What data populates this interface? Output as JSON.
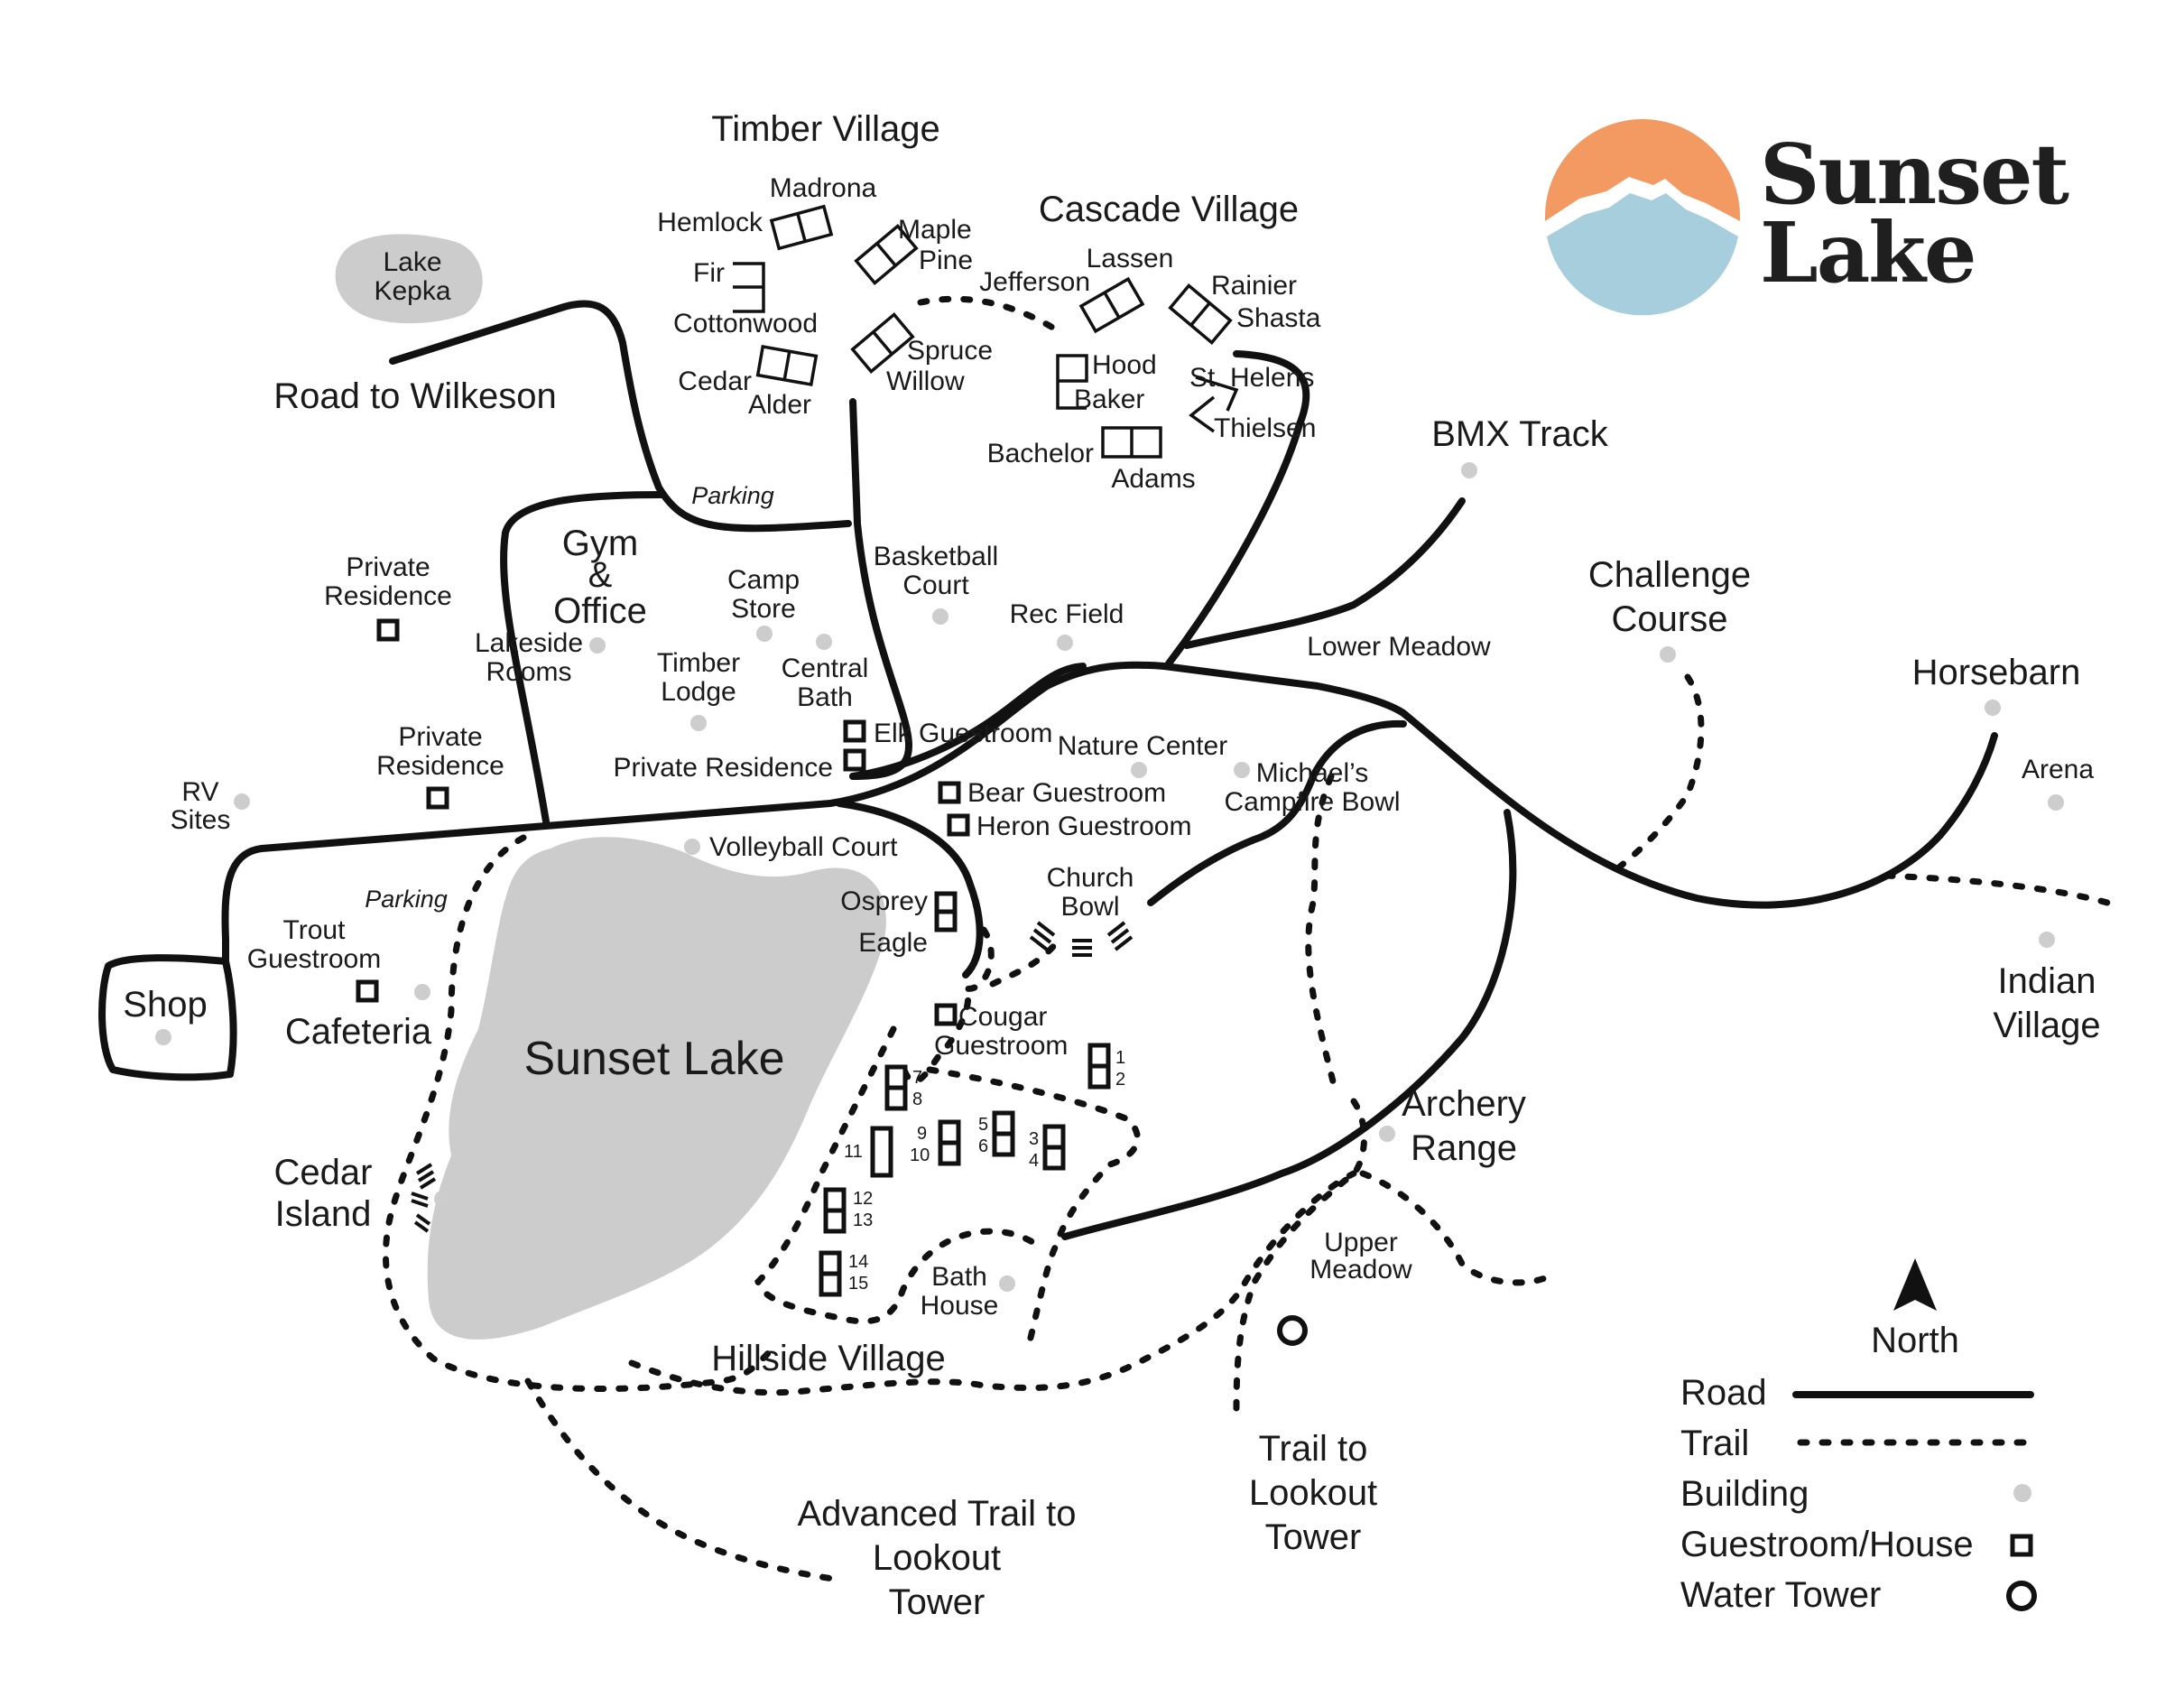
{
  "logo": {
    "line1": "Sunset",
    "line2": "Lake",
    "sun_color": "#f39a62",
    "mountain_color": "#a7cedd"
  },
  "colors": {
    "road": "#111111",
    "lake": "#cccccc",
    "building_dot": "#cdcdcd"
  },
  "areas": {
    "timber_village": "Timber Village",
    "cascade_village": "Cascade Village",
    "hillside_village": "Hillside Village",
    "sunset_lake": "Sunset Lake",
    "lake_kepka": [
      "Lake",
      "Kepka"
    ]
  },
  "roads": {
    "wilkeson": "Road to Wilkeson",
    "parking_north": "Parking",
    "parking_west": "Parking"
  },
  "trails": {
    "lookout": [
      "Trail to",
      "Lookout",
      "Tower"
    ],
    "advanced": [
      "Advanced Trail to",
      "Lookout",
      "Tower"
    ]
  },
  "cabins": {
    "madrona": "Madrona",
    "hemlock": "Hemlock",
    "maple": "Maple",
    "pine": "Pine",
    "fir": "Fir",
    "cottonwood": "Cottonwood",
    "cedar": "Cedar",
    "alder": "Alder",
    "spruce": "Spruce",
    "willow": "Willow",
    "jefferson": "Jefferson",
    "lassen": "Lassen",
    "rainier": "Rainier",
    "shasta": "Shasta",
    "hood": "Hood",
    "baker": "Baker",
    "st_helens": "St. Helens",
    "thielsen": "Thielsen",
    "bachelor": "Bachelor",
    "adams": "Adams"
  },
  "places": {
    "gym_office": [
      "Gym",
      "&",
      "Office"
    ],
    "camp_store": [
      "Camp",
      "Store"
    ],
    "basketball_court": [
      "Basketball",
      "Court"
    ],
    "rec_field": "Rec Field",
    "lakeside_rooms": [
      "Lakeside",
      "Rooms"
    ],
    "timber_lodge": [
      "Timber",
      "Lodge"
    ],
    "central_bath": [
      "Central",
      "Bath"
    ],
    "private_residence_1": [
      "Private",
      "Residence"
    ],
    "private_residence_2": [
      "Private",
      "Residence"
    ],
    "private_residence_3": "Private Residence",
    "rv_sites": [
      "RV",
      "Sites"
    ],
    "shop": "Shop",
    "trout_guestroom": [
      "Trout",
      "Guestroom"
    ],
    "cafeteria": "Cafeteria",
    "volleyball_court": "Volleyball Court",
    "elk_guestroom": "Elk Guestroom",
    "bear_guestroom": "Bear Guestroom",
    "heron_guestroom": "Heron Guestroom",
    "nature_center": "Nature Center",
    "campfire_bowl": [
      "Michael’s",
      "Campfire Bowl"
    ],
    "church_bowl": [
      "Church",
      "Bowl"
    ],
    "osprey": "Osprey",
    "eagle": "Eagle",
    "cougar_guestroom": [
      "Cougar",
      "Guestroom"
    ],
    "cedar_island": [
      "Cedar",
      "Island"
    ],
    "bath_house": [
      "Bath",
      "House"
    ],
    "lower_meadow": "Lower Meadow",
    "upper_meadow": [
      "Upper",
      "Meadow"
    ],
    "bmx_track": "BMX Track",
    "challenge_course": [
      "Challenge",
      "Course"
    ],
    "horsebarn": "Horsebarn",
    "arena": "Arena",
    "indian_village": [
      "Indian",
      "Village"
    ],
    "archery_range": [
      "Archery",
      "Range"
    ]
  },
  "hillside_units": [
    "1",
    "2",
    "3",
    "4",
    "5",
    "6",
    "7",
    "8",
    "9",
    "10",
    "11",
    "12",
    "13",
    "14",
    "15"
  ],
  "compass": "North",
  "legend": {
    "road": "Road",
    "trail": "Trail",
    "building": "Building",
    "guestroom": "Guestroom/House",
    "water_tower": "Water Tower"
  }
}
